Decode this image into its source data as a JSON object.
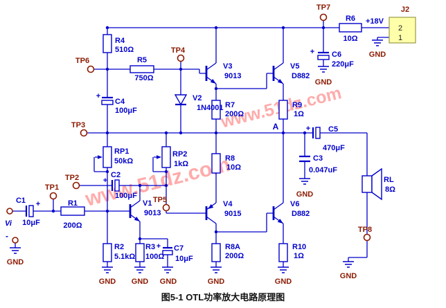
{
  "caption": "图5-1  OTL功率放大电路原理图",
  "watermark": "www.51dz.com",
  "power_label": "+18V",
  "node_a": "A",
  "gnd": "GND",
  "plus": "+",
  "input": {
    "label": "Vi",
    "minus": "-"
  },
  "connector": {
    "ref": "J2",
    "pin2": "2",
    "pin1": "1"
  },
  "test_points": {
    "TP1": "TP1",
    "TP2": "TP2",
    "TP3": "TP3",
    "TP4": "TP4",
    "TP5": "TP5",
    "TP6": "TP6",
    "TP7": "TP7",
    "TP8": "TP8"
  },
  "components": {
    "R1": {
      "ref": "R1",
      "value": "200Ω"
    },
    "R2": {
      "ref": "R2",
      "value": "5.1kΩ"
    },
    "R3": {
      "ref": "R3",
      "value": "100Ω"
    },
    "R4": {
      "ref": "R4",
      "value": "510Ω"
    },
    "R5": {
      "ref": "R5",
      "value": "750Ω"
    },
    "R6": {
      "ref": "R6",
      "value": "10Ω"
    },
    "R7": {
      "ref": "R7",
      "value": "200Ω"
    },
    "R8": {
      "ref": "R8",
      "value": "10Ω"
    },
    "R8A": {
      "ref": "R8A",
      "value": "200Ω"
    },
    "R9": {
      "ref": "R9",
      "value": "1Ω"
    },
    "R10": {
      "ref": "R10",
      "value": "1Ω"
    },
    "RP1": {
      "ref": "RP1",
      "value": "50kΩ"
    },
    "RP2": {
      "ref": "RP2",
      "value": "1kΩ"
    },
    "RL": {
      "ref": "RL",
      "value": "8Ω"
    },
    "C1": {
      "ref": "C1",
      "value": "10μF"
    },
    "C2": {
      "ref": "C2",
      "value": "100μF"
    },
    "C3": {
      "ref": "C3",
      "value": "0.047uF"
    },
    "C4": {
      "ref": "C4",
      "value": "100μF"
    },
    "C5": {
      "ref": "C5",
      "value": "470μF"
    },
    "C6": {
      "ref": "C6",
      "value": "220μF"
    },
    "C7": {
      "ref": "C7",
      "value": "10μF"
    },
    "V1": {
      "ref": "V1",
      "value": "9013"
    },
    "V2": {
      "ref": "V2",
      "value": "1N4001"
    },
    "V3": {
      "ref": "V3",
      "value": "9013"
    },
    "V4": {
      "ref": "V4",
      "value": "9015"
    },
    "V5": {
      "ref": "V5",
      "value": "D882"
    },
    "V6": {
      "ref": "V6",
      "value": "D882"
    }
  },
  "colors": {
    "wire": "#0000cc",
    "label": "#0000cc",
    "test_point": "#8b1a00",
    "connector_fill": "#ffffaa",
    "connector_border": "#9a9a4a",
    "watermark": "#ff5a5a",
    "caption": "#111111",
    "pin": "#222222"
  }
}
